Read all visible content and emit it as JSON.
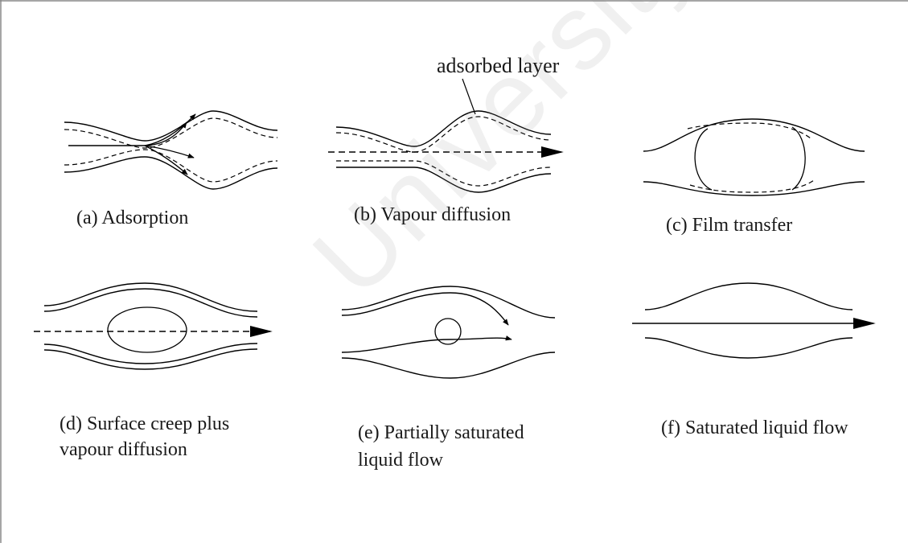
{
  "watermark": "University of Cape Town",
  "labels": {
    "adsorbed_layer": "adsorbed layer"
  },
  "panels": [
    {
      "id": "a",
      "caption": "(a) Adsorption"
    },
    {
      "id": "b",
      "caption": "(b) Vapour diffusion"
    },
    {
      "id": "c",
      "caption": "(c) Film transfer"
    },
    {
      "id": "d",
      "caption_line1": "(d) Surface creep plus",
      "caption_line2": "vapour diffusion"
    },
    {
      "id": "e",
      "caption_line1": "(e) Partially saturated",
      "caption_line2": "liquid flow"
    },
    {
      "id": "f",
      "caption": "(f) Saturated liquid flow"
    }
  ]
}
